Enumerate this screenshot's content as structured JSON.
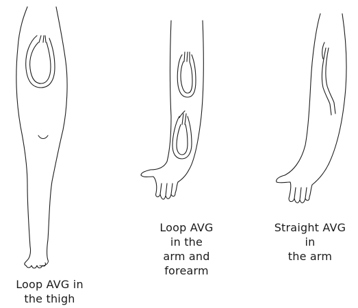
{
  "captions": {
    "thigh": [
      "Loop AVG in",
      "the thigh"
    ],
    "arm_forearm": [
      "Loop AVG",
      "in the",
      "arm and",
      "forearm"
    ],
    "straight": [
      "Straight AVG",
      "in",
      "the arm"
    ]
  },
  "figures": [
    {
      "name": "leg",
      "graft": "loop",
      "site": "thigh"
    },
    {
      "name": "arm",
      "graft": "loop",
      "site": "arm and forearm"
    },
    {
      "name": "arm",
      "graft": "straight",
      "site": "arm"
    }
  ],
  "colors": {
    "ink": "#1a1a1a",
    "background": "#ffffff"
  }
}
